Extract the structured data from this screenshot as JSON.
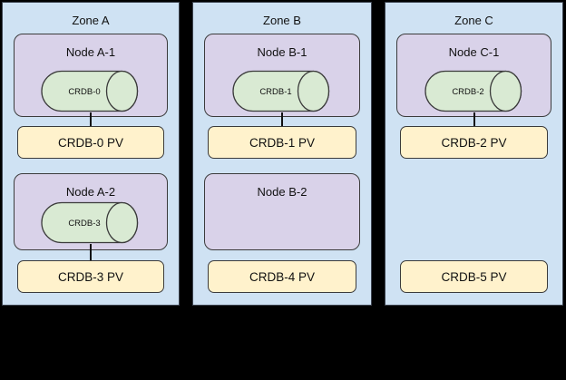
{
  "diagram": {
    "background_color": "#000000",
    "zone_fill": "#cfe2f3",
    "node_fill": "#d9d2e9",
    "db_fill": "#d9ead3",
    "pv_fill": "#fff2cc",
    "border_color": "#3b3b3b"
  },
  "zones": [
    {
      "label": "Zone A",
      "slots": [
        {
          "node_label": "Node A-1",
          "db_label": "CRDB-0",
          "pv_label": "CRDB-0 PV"
        },
        {
          "node_label": "Node A-2",
          "db_label": "CRDB-3",
          "pv_label": "CRDB-3 PV"
        }
      ]
    },
    {
      "label": "Zone B",
      "slots": [
        {
          "node_label": "Node B-1",
          "db_label": "CRDB-1",
          "pv_label": "CRDB-1 PV"
        },
        {
          "node_label": "Node B-2",
          "db_label": null,
          "pv_label": "CRDB-4 PV"
        }
      ]
    },
    {
      "label": "Zone C",
      "slots": [
        {
          "node_label": "Node C-1",
          "db_label": "CRDB-2",
          "pv_label": "CRDB-2 PV"
        },
        {
          "node_label": null,
          "db_label": null,
          "pv_label": "CRDB-5 PV"
        }
      ]
    }
  ]
}
